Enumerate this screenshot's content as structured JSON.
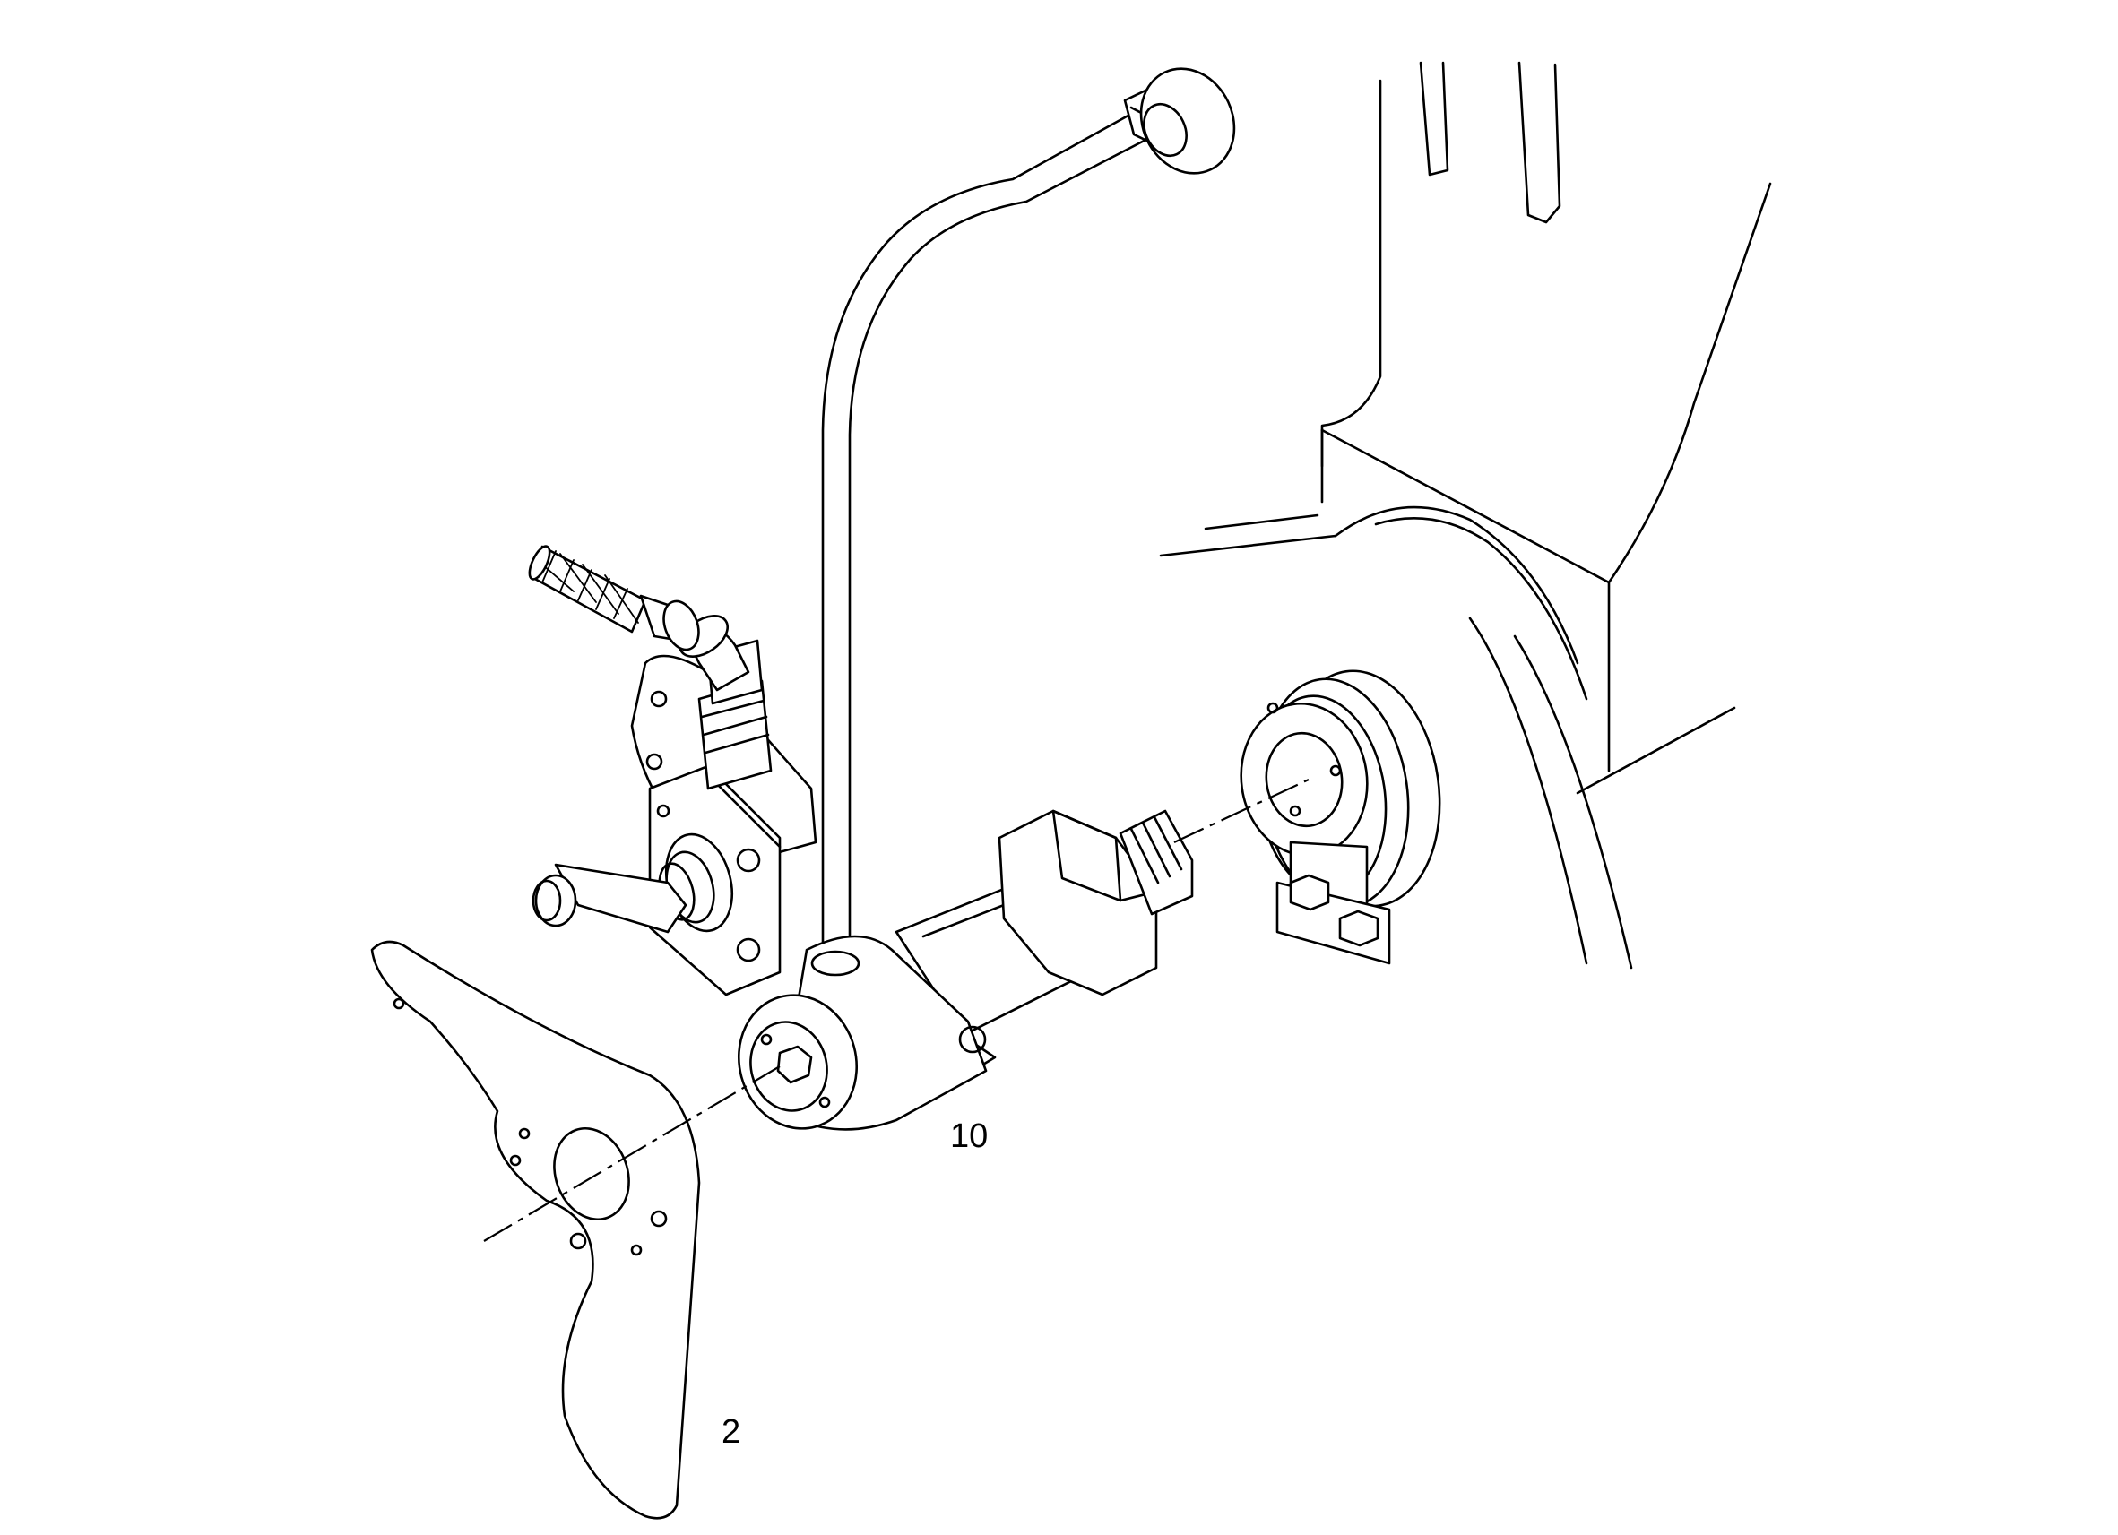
{
  "callouts": [
    {
      "id": "part-2",
      "label": "2"
    },
    {
      "id": "part-10",
      "label": "10"
    }
  ],
  "icons": {
    "plate": "mounting-plate-icon",
    "cylinder": "master-cylinder-icon",
    "pipe": "brake-pipe-icon",
    "valve": "valve-block-icon",
    "hose": "braided-hose-icon",
    "bearing": "bearing-boss-icon",
    "frame": "frame-structure-icon",
    "clamp": "clamp-bracket-icon"
  }
}
